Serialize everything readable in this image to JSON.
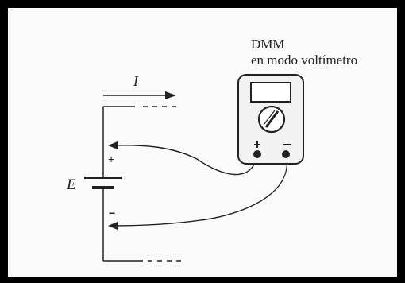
{
  "diagram": {
    "meter_title": "DMM",
    "meter_subtitle": "en modo voltímetro",
    "current_label": "I",
    "source_label": "E",
    "plus_sign": "+",
    "minus_sign": "−"
  }
}
